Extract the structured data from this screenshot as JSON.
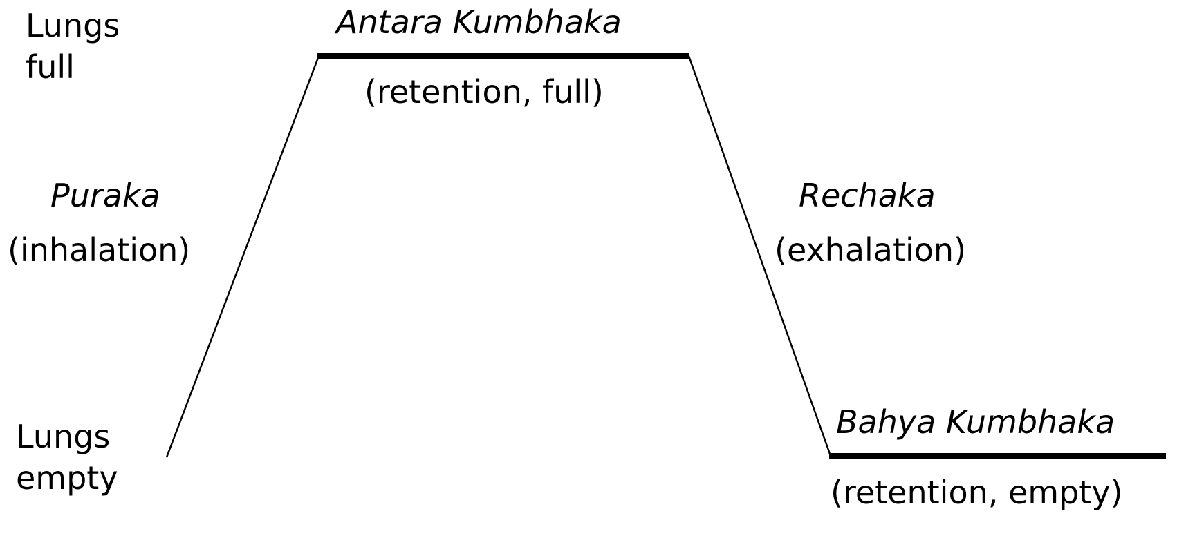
{
  "axis": {
    "full": [
      "Lungs",
      "full"
    ],
    "empty": [
      "Lungs",
      "empty"
    ]
  },
  "phases": {
    "puraka": {
      "name": "Puraka",
      "desc": "(inhalation)"
    },
    "antara": {
      "name": "Antara Kumbhaka",
      "desc": "(retention, full)"
    },
    "rechaka": {
      "name": "Rechaka",
      "desc": "(exhalation)"
    },
    "bahya": {
      "name": "Bahya Kumbhaka",
      "desc": "(retention, empty)"
    }
  },
  "colors": {
    "line": "#000000",
    "text": "#000000",
    "background": "#ffffff"
  }
}
